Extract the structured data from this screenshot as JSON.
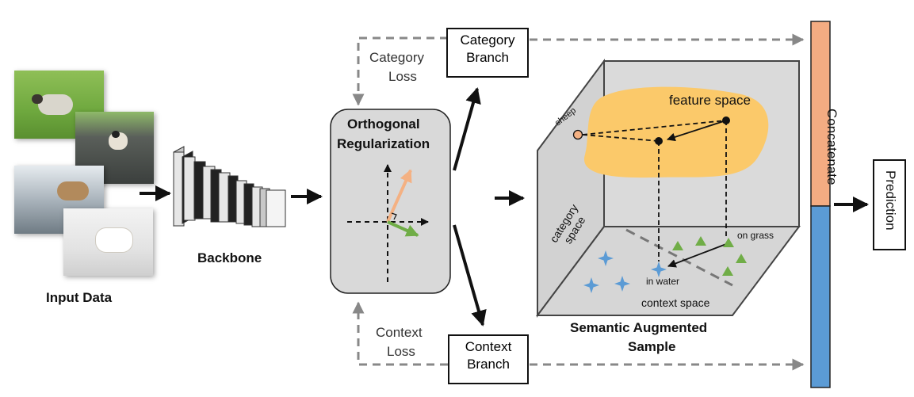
{
  "input": {
    "label": "Input Data"
  },
  "backbone": {
    "label": "Backbone"
  },
  "orthogonal": {
    "title_line1": "Orthogonal",
    "title_line2": "Regularization"
  },
  "category_branch": {
    "line1": "Category",
    "line2": "Branch"
  },
  "context_branch": {
    "line1": "Context",
    "line2": "Branch"
  },
  "category_loss": {
    "line1": "Category",
    "line2": "Loss"
  },
  "context_loss": {
    "line1": "Context",
    "line2": "Loss"
  },
  "space": {
    "feature_space": "feature space",
    "category_space_line1": "category",
    "category_space_line2": "space",
    "context_space": "context space",
    "sheep": "sheep",
    "on_grass": "on grass",
    "in_water": "in water"
  },
  "semantic": {
    "line1": "Semantic Augmented",
    "line2": "Sample"
  },
  "concatenate": "Concatenate",
  "prediction": "Prediction",
  "colors": {
    "category_bar": "#f4ac82",
    "context_bar": "#5b9bd5",
    "feature_blob": "#fbc96a",
    "panel_gray": "#d9d9d9",
    "triangle_green": "#70ad47",
    "star_blue": "#5b9bd5",
    "orange_vector": "#f4b183",
    "green_vector": "#70ad47"
  }
}
